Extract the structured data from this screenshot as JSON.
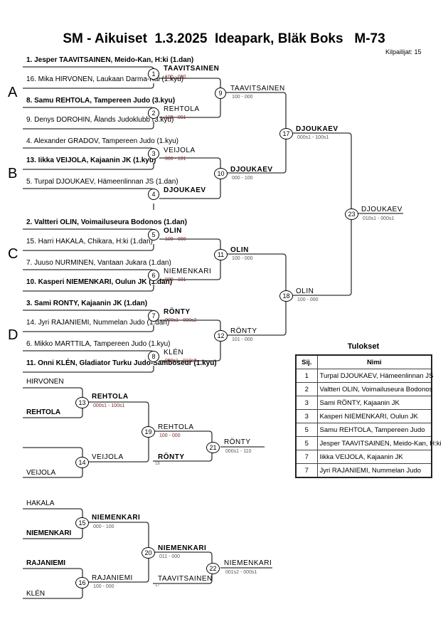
{
  "header": {
    "title": "SM - Aikuiset  1.3.2025  Ideapark, Bläk Boks   M-73",
    "competitors_label": "Kilpailijat: 15"
  },
  "pools": [
    "A",
    "B",
    "C",
    "D"
  ],
  "entrants": [
    {
      "text": "1. Jesper TAAVITSAINEN, Meido-Kan, H:ki (1.dan)",
      "bold": true
    },
    {
      "text": "16. Mika HIRVONEN, Laukaan Darma-Kai (1.kyu)",
      "bold": false
    },
    {
      "text": "8. Samu REHTOLA, Tampereen Judo (3.kyu)",
      "bold": true
    },
    {
      "text": "9. Denys DOROHIN, Ålands Judoklubb (3.kyu)",
      "bold": false
    },
    {
      "text": "4. Alexander GRADOV, Tampereen Judo (1.kyu)",
      "bold": false
    },
    {
      "text": "13. Iikka VEIJOLA, Kajaanin JK (1.kyu)",
      "bold": true
    },
    {
      "text": "5. Turpal DJOUKAEV, Hämeenlinnan JS (1.dan)",
      "bold": false
    },
    {
      "text": "",
      "bold": false
    },
    {
      "text": "2. Valtteri OLIN, Voimailuseura Bodonos (1.dan)",
      "bold": true
    },
    {
      "text": "15. Harri HAKALA, Chikara, H:ki (1.dan)",
      "bold": false
    },
    {
      "text": "7. Juuso NURMINEN, Vantaan Jukara (1.dan)",
      "bold": false
    },
    {
      "text": "10. Kasperi NIEMENKARI, Oulun JK (1.dan)",
      "bold": true
    },
    {
      "text": "3. Sami RONTY, Kajaanin JK (1.dan)",
      "bold": true
    },
    {
      "text": "14. Jyri RAJANIEMI, Nummelan Judo (1.dan)",
      "bold": false
    },
    {
      "text": "6. Mikko MARTTILA, Tampereen Judo (1.kyu)",
      "bold": false
    },
    {
      "text": "11. Onni KLÉN, Gladiator Turku Judo-Samboseur (1.kyu)",
      "bold": true
    }
  ],
  "matches": {
    "m1": {
      "num": "1",
      "winner": "TAAVITSAINEN",
      "score": "100 - 000"
    },
    "m2": {
      "num": "2",
      "winner": "REHTOLA",
      "score": "100 - 001"
    },
    "m3": {
      "num": "3",
      "winner": "VEIJOLA",
      "score": "000 - 101"
    },
    "m4": {
      "num": "4",
      "winner": "DJOUKAEV",
      "score": ""
    },
    "m5": {
      "num": "5",
      "winner": "OLIN",
      "score": "100 - 000"
    },
    "m6": {
      "num": "6",
      "winner": "NIEMENKARI",
      "score": "000 - 101"
    },
    "m7": {
      "num": "7",
      "winner": "RÖNTY",
      "score": "000s1 - 000s2"
    },
    "m8": {
      "num": "8",
      "winner": "KLÉN",
      "score": "000s1 - 010s2"
    },
    "m9": {
      "num": "9",
      "winner": "TAAVITSAINEN",
      "score": "100 - 000"
    },
    "m10": {
      "num": "10",
      "winner": "DJOUKAEV",
      "score": "000 - 100"
    },
    "m11": {
      "num": "11",
      "winner": "OLIN",
      "score": "100 - 000"
    },
    "m12": {
      "num": "12",
      "winner": "RÖNTY",
      "score": "101 - 000"
    },
    "m17": {
      "num": "17",
      "winner": "DJOUKAEV",
      "score": "000s1 - 100s1"
    },
    "m18": {
      "num": "18",
      "winner": "OLIN",
      "score": "100 - 000"
    },
    "m23": {
      "num": "23",
      "winner": "DJOUKAEV",
      "score": "010s1 - 000s1"
    }
  },
  "repechage": {
    "r13": {
      "num": "13",
      "top": "HIRVONEN",
      "bottom": "REHTOLA",
      "winner": "REHTOLA",
      "score": "000s1 - 100s1"
    },
    "r14": {
      "num": "14",
      "top": "",
      "bottom": "VEIJOLA",
      "winner": "VEIJOLA",
      "score": ""
    },
    "r19": {
      "num": "19",
      "winner": "REHTOLA",
      "score": "100 - 000",
      "lower": "RÖNTY",
      "lower_note": "18"
    },
    "r21": {
      "num": "21",
      "winner": "RÖNTY",
      "score": "000s1 - 110"
    },
    "r15": {
      "num": "15",
      "top": "HAKALA",
      "bottom": "NIEMENKARI",
      "winner": "NIEMENKARI",
      "score": "000 - 100"
    },
    "r16": {
      "num": "16",
      "top": "RAJANIEMI",
      "bottom": "KLÉN",
      "winner": "RAJANIEMI",
      "score": "100 - 000"
    },
    "r20": {
      "num": "20",
      "winner": "NIEMENKARI",
      "score": "011 - 000",
      "lower": "TAAVITSAINEN",
      "lower_note": "17"
    },
    "r22": {
      "num": "22",
      "winner": "NIEMENKARI",
      "score": "001s2 - 000s1"
    }
  },
  "results": {
    "title": "Tulokset",
    "headers": [
      "Sij.",
      "Nimi"
    ],
    "rows": [
      {
        "pos": "1",
        "name": "Turpal DJOUKAEV, Hämeenlinnan JS"
      },
      {
        "pos": "2",
        "name": "Valtteri OLIN, Voimailuseura Bodonos"
      },
      {
        "pos": "3",
        "name": "Sami RÖNTY, Kajaanin JK"
      },
      {
        "pos": "3",
        "name": "Kasperi NIEMENKARI, Oulun JK"
      },
      {
        "pos": "5",
        "name": "Samu REHTOLA, Tampereen Judo"
      },
      {
        "pos": "5",
        "name": "Jesper TAAVITSAINEN, Meido-Kan, H:ki"
      },
      {
        "pos": "7",
        "name": "Iikka VEIJOLA, Kajaanin JK"
      },
      {
        "pos": "7",
        "name": "Jyri RAJANIEMI, Nummelan Judo"
      }
    ]
  }
}
